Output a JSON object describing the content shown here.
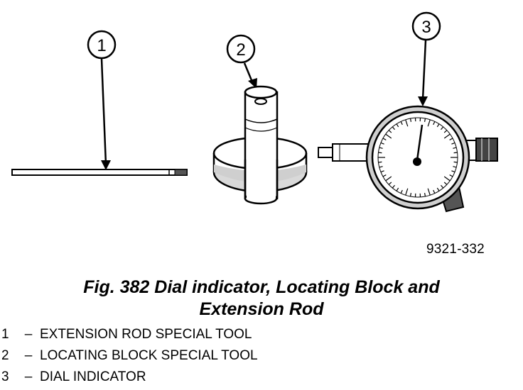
{
  "callouts": [
    {
      "number": "1"
    },
    {
      "number": "2"
    },
    {
      "number": "3"
    }
  ],
  "figure_id": "9321-332",
  "caption": {
    "line1": "Fig. 382 Dial indicator, Locating Block and",
    "line2": "Extension Rod"
  },
  "legend": [
    {
      "number": "1",
      "dash": "–",
      "text": "EXTENSION ROD SPECIAL TOOL"
    },
    {
      "number": "2",
      "dash": "–",
      "text": "LOCATING BLOCK SPECIAL TOOL"
    },
    {
      "number": "3",
      "dash": "–",
      "text": "DIAL INDICATOR"
    }
  ]
}
